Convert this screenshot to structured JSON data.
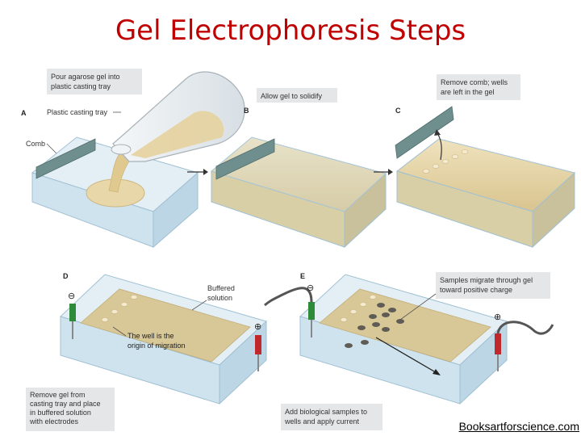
{
  "title": "Gel Electrophoresis Steps",
  "steps": {
    "a": {
      "letter": "A",
      "pour_line1": "Pour agarose gel into",
      "pour_line2": "plastic casting tray",
      "tray_label": "Plastic casting tray",
      "comb_label": "Comb"
    },
    "b": {
      "letter": "B",
      "label": "Allow gel to solidify"
    },
    "c": {
      "letter": "C",
      "label_line1": "Remove comb; wells",
      "label_line2": "are left in the gel"
    },
    "d": {
      "letter": "D",
      "buffer_line1": "Buffered",
      "buffer_line2": "solution",
      "well_line1": "The well is the",
      "well_line2": "origin of migration",
      "remove_line1": "Remove gel from",
      "remove_line2": "casting tray and place",
      "remove_line3": "in buffered solution",
      "remove_line4": "with electrodes",
      "minus": "⊖",
      "plus": "⊕"
    },
    "e": {
      "letter": "E",
      "migrate_line1": "Samples migrate through gel",
      "migrate_line2": "toward positive charge",
      "add_line1": "Add biological samples to",
      "add_line2": "wells and apply current",
      "minus": "⊖",
      "plus": "⊕"
    }
  },
  "footer": "Booksartforscience.com",
  "colors": {
    "title": "#c00000",
    "gel": "#e3d2a6",
    "tray": "#cfe3ef",
    "comb": "#6f8f8f",
    "red_electrode": "#c0282c",
    "green_electrode": "#2e8b3a",
    "label_bg": "#e5e6e8"
  }
}
